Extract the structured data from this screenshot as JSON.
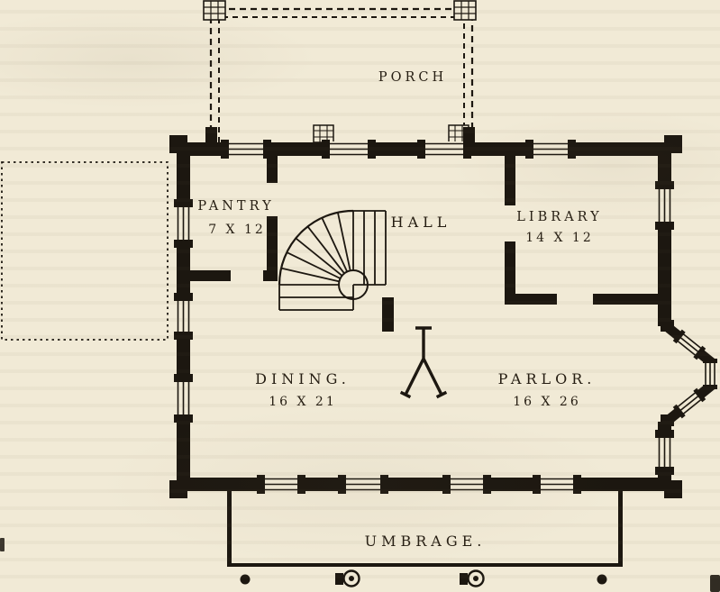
{
  "palette": {
    "paper": "#f1ead6",
    "ink": "#1c1710"
  },
  "plan": {
    "porch": {
      "label": "PORCH"
    },
    "pantry": {
      "label": "PANTRY",
      "dims": "7 X 12"
    },
    "hall": {
      "label": "HALL"
    },
    "library": {
      "label": "LIBRARY",
      "dims": "14 X 12"
    },
    "dining": {
      "label": "DINING.",
      "dims": "16 X 21"
    },
    "parlor": {
      "label": "PARLOR.",
      "dims": "16 X 26"
    },
    "umbrage": {
      "label": "UMBRAGE."
    }
  }
}
